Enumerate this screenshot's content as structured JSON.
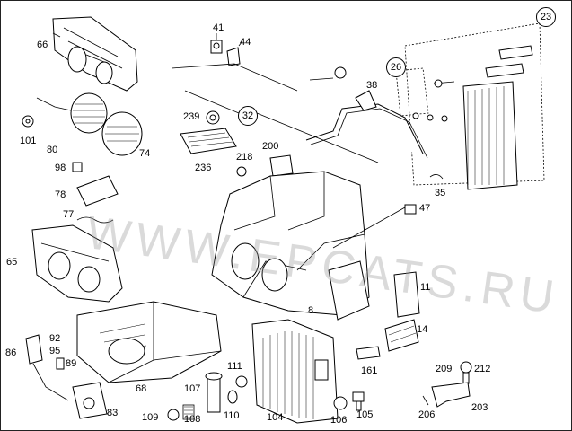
{
  "watermark": "WWW.EPCATS.RU",
  "labels": {
    "l41": "41",
    "l44": "44",
    "l66": "66",
    "l23": "23",
    "l26": "26",
    "l38": "38",
    "l239": "239",
    "l32": "32",
    "l101": "101",
    "l80": "80",
    "l74": "74",
    "l236": "236",
    "l200": "200",
    "l218": "218",
    "l98": "98",
    "l78": "78",
    "l77": "77",
    "l35": "35",
    "l47": "47",
    "l65": "65",
    "l11": "11",
    "l8": "8",
    "l14": "14",
    "l92": "92",
    "l95": "95",
    "l86": "86",
    "l89": "89",
    "l111": "111",
    "l161": "161",
    "l209": "209",
    "l212": "212",
    "l68": "68",
    "l107": "107",
    "l83": "83",
    "l109": "109",
    "l108": "108",
    "l110": "110",
    "l104": "104",
    "l106": "106",
    "l105": "105",
    "l206": "206",
    "l203": "203"
  }
}
